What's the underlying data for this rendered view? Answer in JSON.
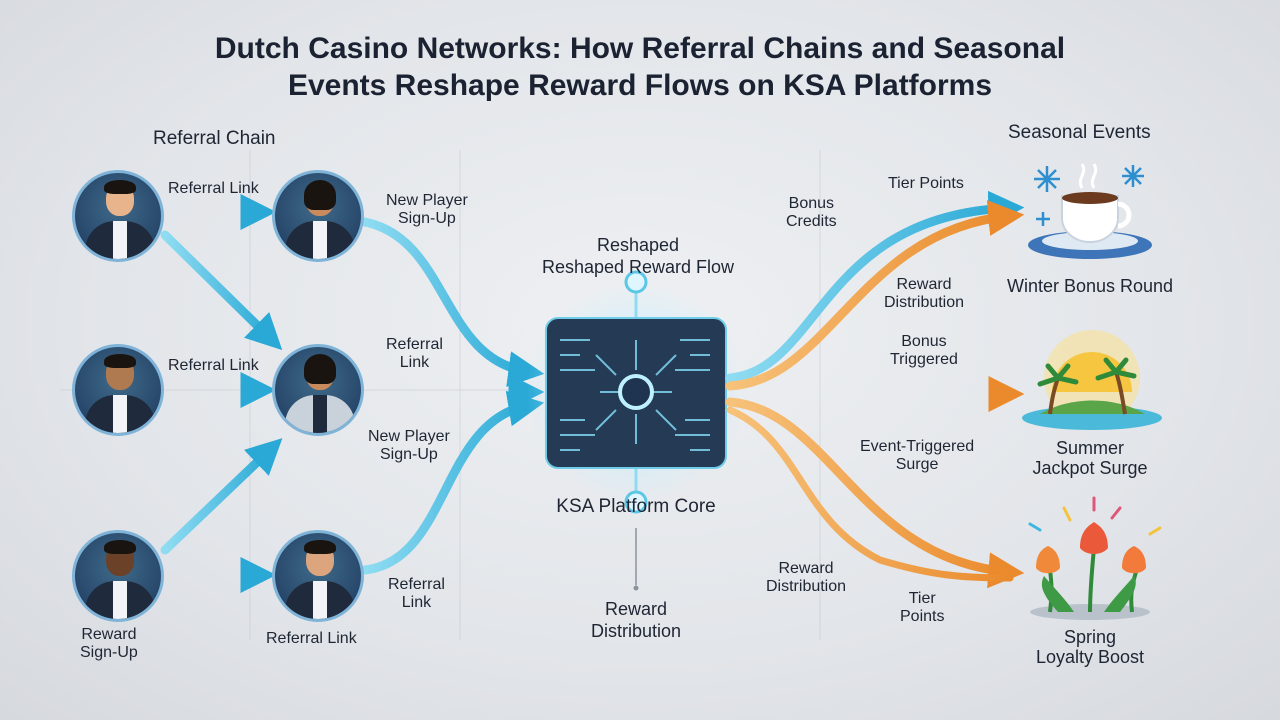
{
  "title": {
    "line1": "Dutch Casino Networks: How Referral Chains and Seasonal",
    "line2": "Events Reshape Reward Flows on KSA Platforms"
  },
  "sections": {
    "referral_chain": "Referral Chain",
    "seasonal_events": "Seasonal Events"
  },
  "left_labels": {
    "referral_link_1": "Referral Link",
    "referral_link_2": "Referral Link",
    "reward_signup": [
      "Reward",
      "Sign-Up"
    ],
    "referral_link_bottom": "Referral Link",
    "new_player_signup_1": [
      "New Player",
      "Sign-Up"
    ],
    "referral_link_mid": [
      "Referral",
      "Link"
    ],
    "new_player_signup_2": [
      "New Player",
      "Sign-Up"
    ],
    "referral_link_low": [
      "Referral",
      "Link"
    ]
  },
  "center": {
    "heading": [
      "Reshaped",
      "Reshaped Reward Flow"
    ],
    "core": "KSA Platform Core",
    "reward_distribution": [
      "Reward",
      "Distribution"
    ]
  },
  "right_labels": {
    "bonus_credits": [
      "Bonus",
      "Credits"
    ],
    "tier_points_1": "Tier Points",
    "reward_distribution_1": [
      "Reward",
      "Distribution"
    ],
    "bonus_triggered": [
      "Bonus",
      "Triggered"
    ],
    "event_triggered_surge": [
      "Event-Triggered",
      "Surge"
    ],
    "reward_distribution_2": [
      "Reward",
      "Distribution"
    ],
    "tier_points_2": [
      "Tier",
      "Points"
    ]
  },
  "events": {
    "winter": "Winter Bonus Round",
    "summer": [
      "Summer",
      "Jackpot Surge"
    ],
    "spring": [
      "Spring",
      "Loyalty Boost"
    ]
  },
  "colors": {
    "blue_flow": "#33b8dc",
    "orange_flow": "#f0a24a",
    "background": "#e2e5e9",
    "avatar_ring": "#7fb4d8"
  }
}
